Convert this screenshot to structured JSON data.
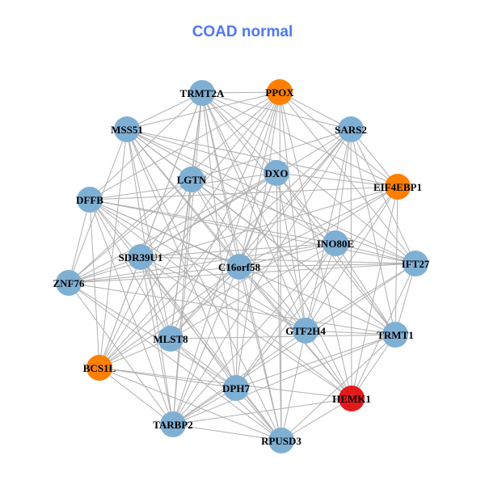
{
  "title": "COAD normal",
  "colors": {
    "default": "#7fb0d4",
    "highlight": "#ff7f00",
    "target": "#e31a1c",
    "edge": "#b0b0b0"
  },
  "nodes": [
    {
      "label": "TRMT2A",
      "type": "default"
    },
    {
      "label": "PPOX",
      "type": "highlight"
    },
    {
      "label": "MSS51",
      "type": "default"
    },
    {
      "label": "SARS2",
      "type": "default"
    },
    {
      "label": "LGTN",
      "type": "default"
    },
    {
      "label": "DXO",
      "type": "default"
    },
    {
      "label": "EIF4EBP1",
      "type": "highlight"
    },
    {
      "label": "DFFB",
      "type": "default"
    },
    {
      "label": "INO80E",
      "type": "default"
    },
    {
      "label": "SDR39U1",
      "type": "default"
    },
    {
      "label": "C16orf58",
      "type": "default"
    },
    {
      "label": "IFT27",
      "type": "default"
    },
    {
      "label": "ZNF76",
      "type": "default"
    },
    {
      "label": "MLST8",
      "type": "default"
    },
    {
      "label": "GTF2H4",
      "type": "default"
    },
    {
      "label": "TRMT1",
      "type": "default"
    },
    {
      "label": "BCS1L",
      "type": "highlight"
    },
    {
      "label": "DPH7",
      "type": "default"
    },
    {
      "label": "HEMK1",
      "type": "target"
    },
    {
      "label": "TARBP2",
      "type": "default"
    },
    {
      "label": "RPUSD3",
      "type": "default"
    }
  ]
}
